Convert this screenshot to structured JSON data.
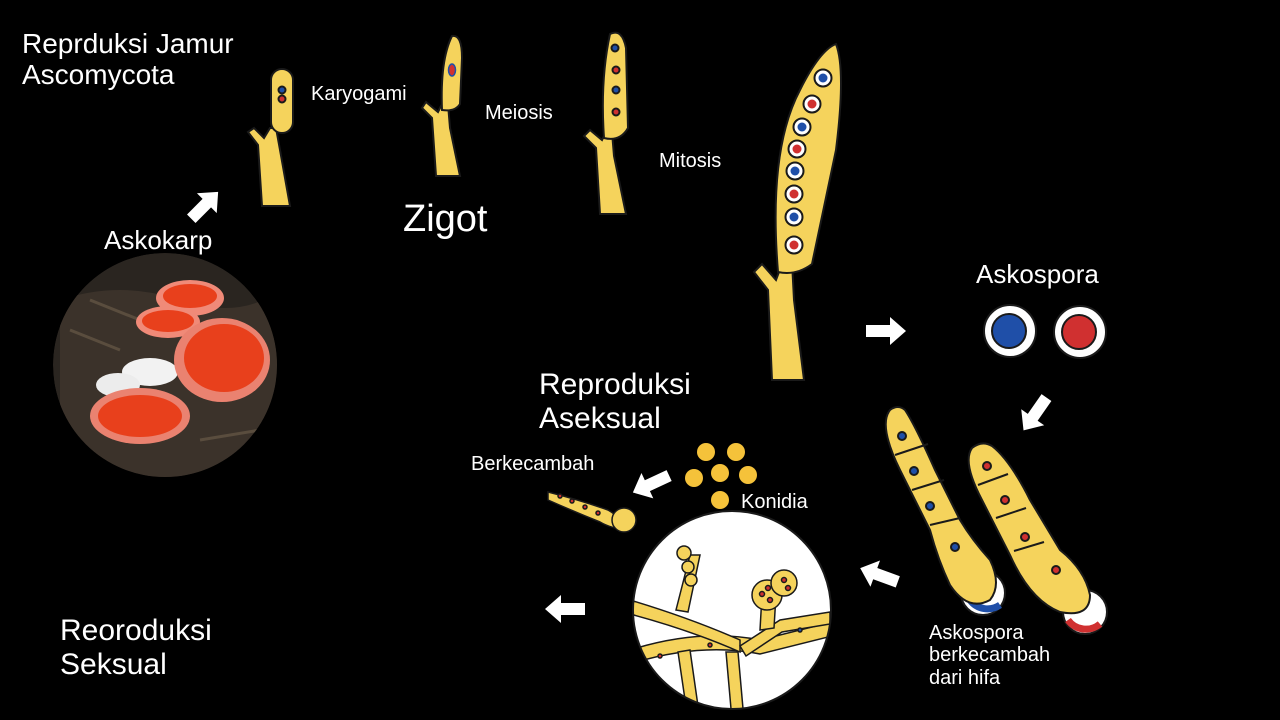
{
  "title": {
    "line1": "Reprduksi Jamur",
    "line2": "Ascomycota"
  },
  "stages": {
    "karyogami": "Karyogami",
    "meiosis": "Meiosis",
    "mitosis": "Mitosis",
    "zigot": "Zigot",
    "askokarp": "Askokarp",
    "askospora": "Askospora",
    "asexual": {
      "line1": "Reproduksi",
      "line2": "Aseksual"
    },
    "berkecambah": "Berkecambah",
    "konidia": "Konidia",
    "germinate": {
      "line1": "Askospora",
      "line2": "berkecambah",
      "line3": "dari hifa"
    },
    "sexual": {
      "line1": "Reoroduksi",
      "line2": "Seksual"
    }
  },
  "colors": {
    "background": "#000000",
    "cell_fill": "#f5d35c",
    "outline": "#1a1a1a",
    "nucleus_blue": "#1f4fa8",
    "nucleus_red": "#d03030",
    "arrow": "#ffffff",
    "fruiting_body": "#e8401c"
  }
}
